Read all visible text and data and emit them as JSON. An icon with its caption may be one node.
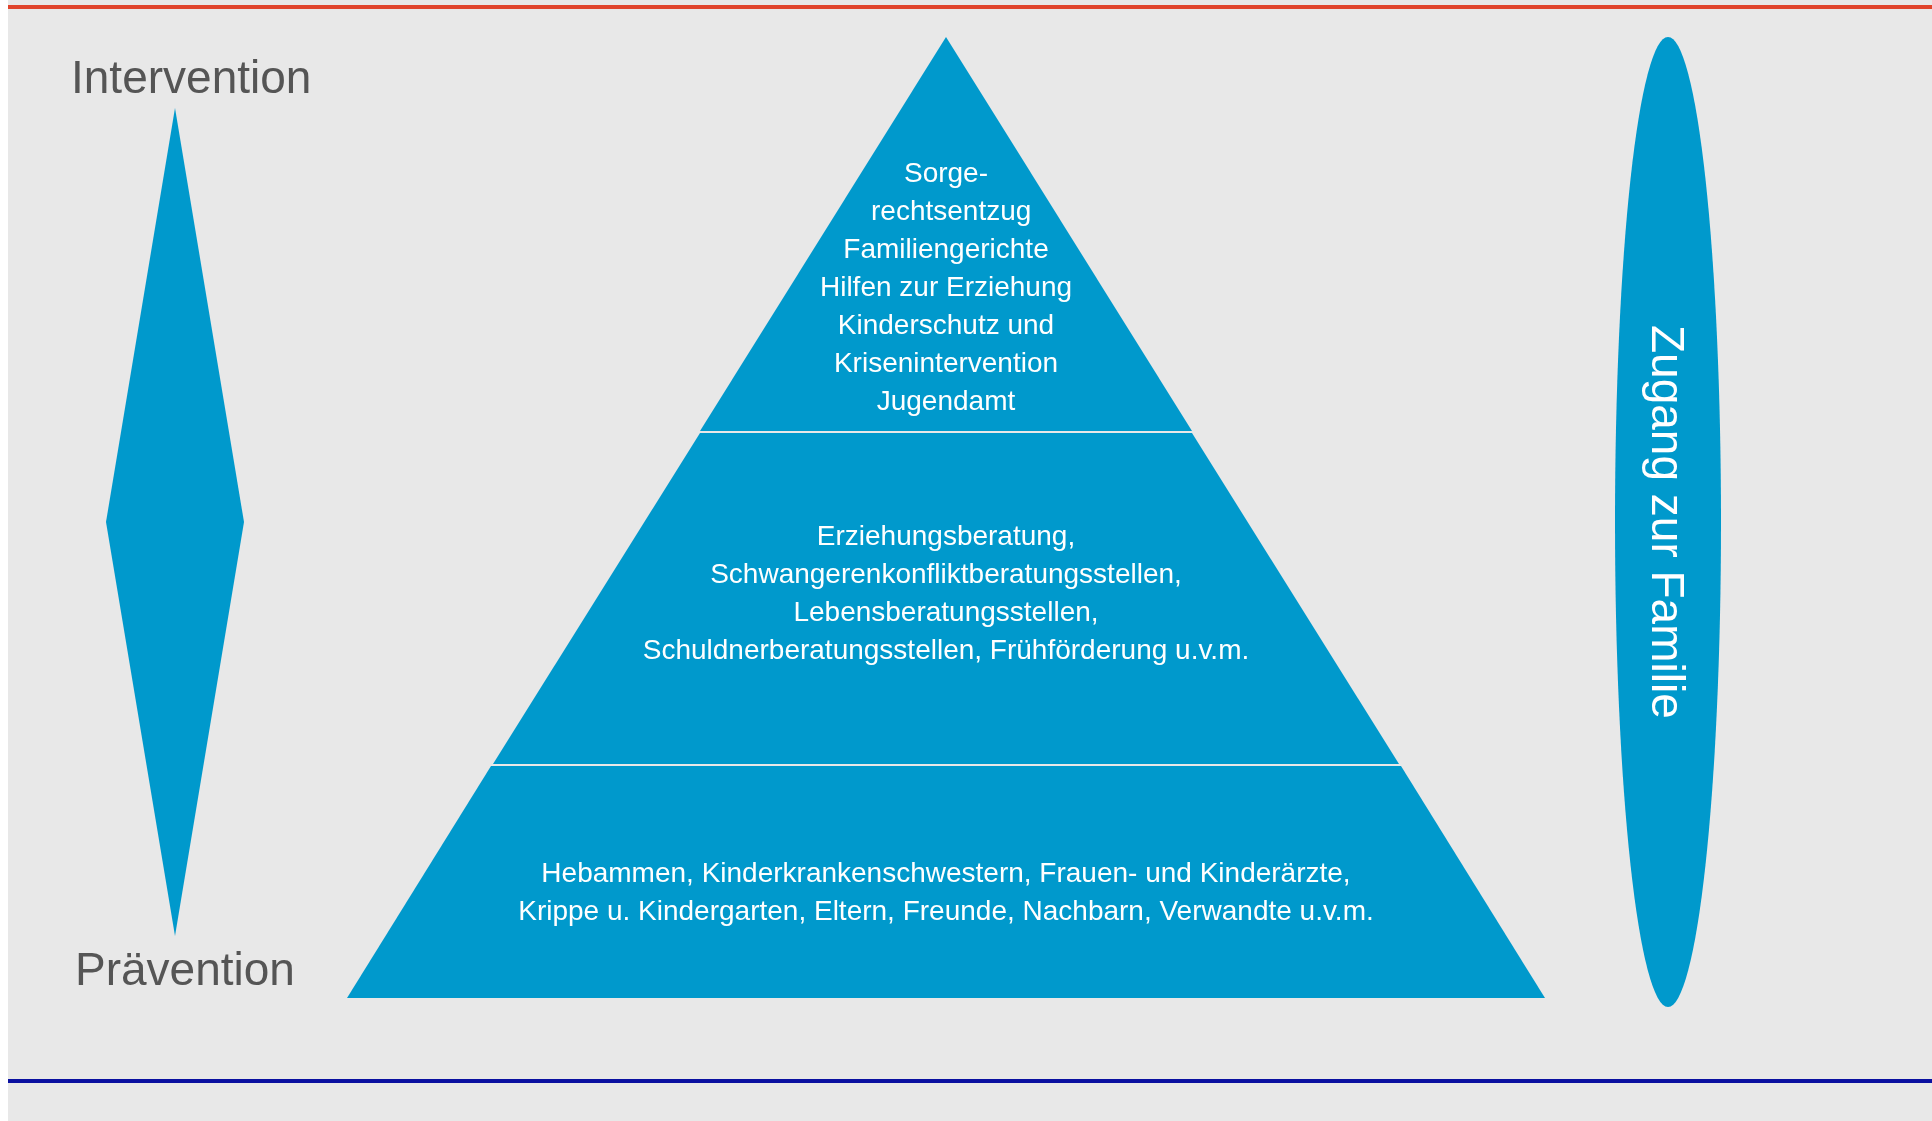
{
  "diagram": {
    "nodes": [
      {
        "text": [
          "Sorge- rechtsentzug",
          "Familiengerichte",
          "Hilfen zur Erziehung",
          "Kinderschutz und Krisenintervention",
          "Jugendamt"
        ]
      },
      {
        "text": [
          "Erziehungsberatung, Schwangerenkonfliktberatungsstellen, Lebensberatungsstellen, Schuldnerberatungsstellen, Frühförderung u.v.m."
        ]
      },
      {
        "text": [
          "Hebammen, Kinderkrankenschwestern, Frauen- und Kinderärzte, Krippe u. Kindergarten, Eltern, Freunde, Nachbarn, Verwandte u.v.m."
        ]
      },
      {
        "text": [
          "Zugang zur Familie"
        ]
      },
      {
        "text": [],
        "shape": "diamond"
      }
    ],
    "labels": [
      "Intervention",
      "Prävention"
    ]
  }
}
